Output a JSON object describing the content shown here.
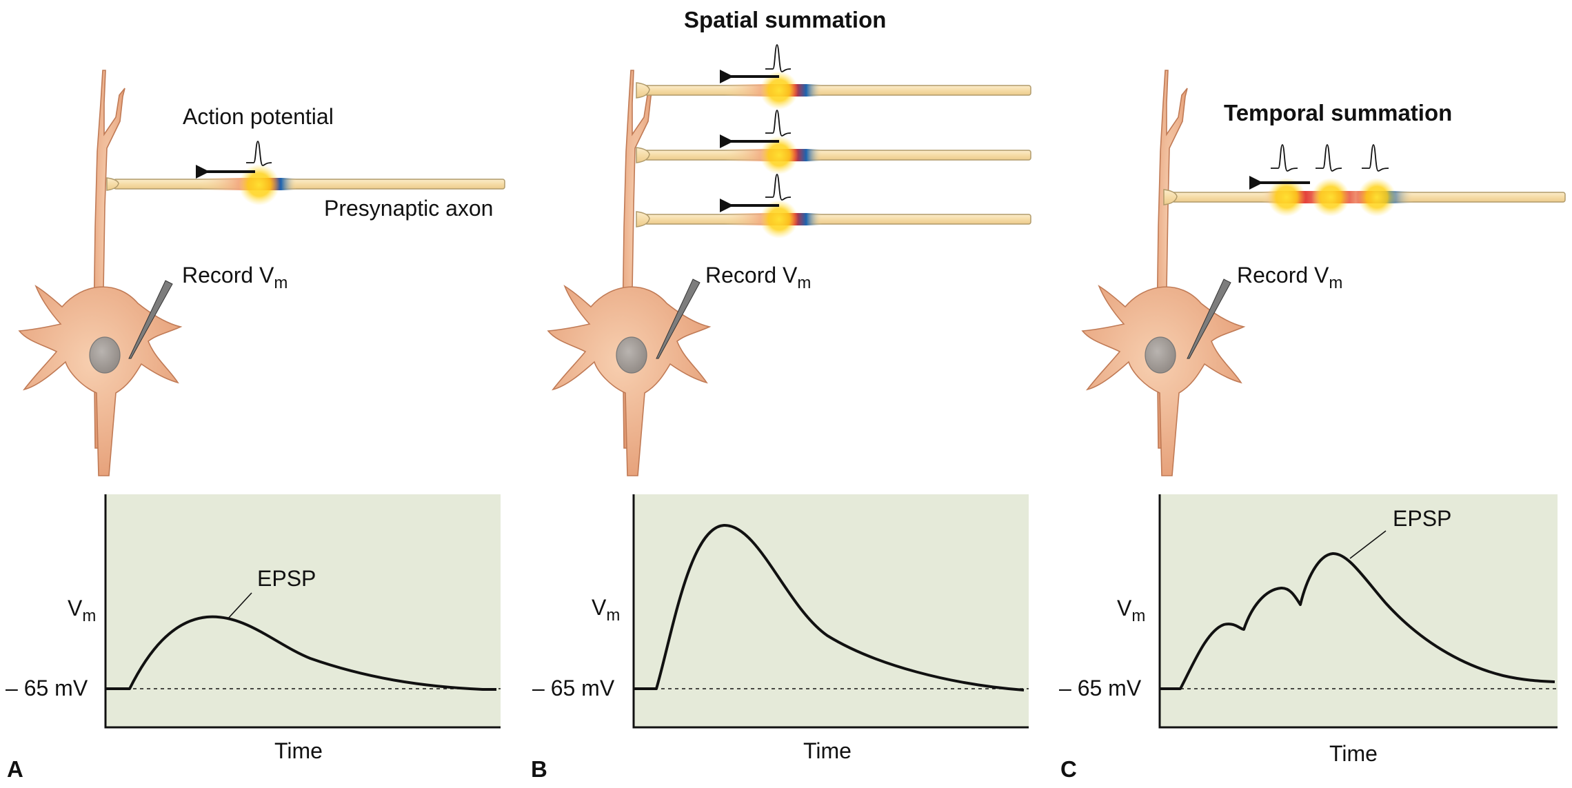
{
  "panel_a": {
    "letter": "A",
    "action_potential_label": "Action potential",
    "presynaptic_label": "Presynaptic axon",
    "record_label": {
      "main": "Record V",
      "sub": "m"
    },
    "vm_label": {
      "main": "V",
      "sub": "m"
    },
    "baseline_label": "– 65 mV",
    "epsp_label": "EPSP",
    "time_label": "Time"
  },
  "panel_b": {
    "letter": "B",
    "title": "Spatial summation",
    "record_label": {
      "main": "Record V",
      "sub": "m"
    },
    "vm_label": {
      "main": "V",
      "sub": "m"
    },
    "baseline_label": "– 65 mV",
    "time_label": "Time"
  },
  "panel_c": {
    "letter": "C",
    "title": "Temporal summation",
    "record_label": {
      "main": "Record V",
      "sub": "m"
    },
    "vm_label": {
      "main": "V",
      "sub": "m"
    },
    "baseline_label": "– 65 mV",
    "epsp_label": "EPSP",
    "time_label": "Time"
  },
  "colors": {
    "plot_background": "#e5ead9",
    "axon": "#f8e3b8",
    "cell_body": "#f0b894",
    "nucleus": "#9b9490",
    "depolarized": "#e0262a",
    "hyperpolarized": "#1c64b0",
    "glow": "#ffd91a"
  }
}
